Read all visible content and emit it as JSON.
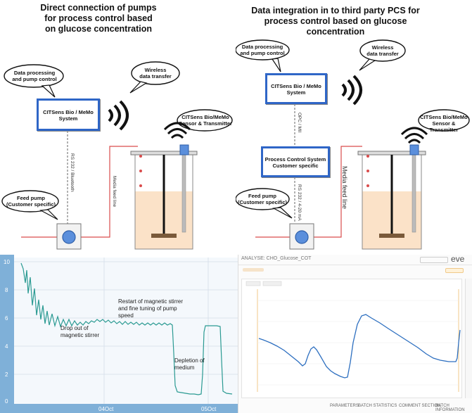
{
  "left_diagram": {
    "title_lines": [
      "Direct connection of pumps",
      "for process control based",
      "on glucose concentration"
    ],
    "bubble_data": [
      "Data processing",
      "and pump control"
    ],
    "bubble_wireless": [
      "Wireless",
      "data transfer"
    ],
    "system_box": [
      "CITSens Bio / MeMo",
      "System"
    ],
    "sensor_label": [
      "CITSens Bio/MeMo",
      "Sensor & Transmitter"
    ],
    "feed_pump": [
      "Feed pump",
      "(Customer specific)"
    ],
    "cable_label": "RS 232 / Bluetooth",
    "media_label": "Media feed line"
  },
  "right_diagram": {
    "title_lines": [
      "Data integration in to third party PCS for",
      "process control based on glucose",
      "concentration"
    ],
    "bubble_data": [
      "Data processing",
      "and pump control"
    ],
    "bubble_wireless": [
      "Wireless",
      "data transfer"
    ],
    "system_box": [
      "CITSens Bio / MeMo",
      "System"
    ],
    "pcs_box": [
      "Process Control System",
      "Customer specific"
    ],
    "sensor_label": [
      "CITSens Bio/MeMo",
      "Sensor & Transmitter"
    ],
    "feed_pump": [
      "Feed pump",
      "(Customer specific)"
    ],
    "cable_top": "OPC / MII",
    "cable_bottom": "RS 232 / 4-20 mA",
    "media_label": "Media feed line"
  },
  "left_chart": {
    "y_ticks": [
      "10",
      "8",
      "6",
      "4",
      "2",
      "0"
    ],
    "x_ticks": [
      "04Oct",
      "05Oct"
    ],
    "annotation_stirrer_drop": [
      "Drop out of",
      "magnetic stirrer"
    ],
    "annotation_restart": [
      "Restart of magnetic stirrer",
      "and fine tuning of pump",
      "speed"
    ],
    "annotation_depletion": [
      "Depletion of",
      "medium"
    ]
  },
  "right_chart": {
    "header_title": "ANALYSE: CHO_Glucose_COT",
    "brand": "eve",
    "footer_tabs": [
      "PARAMETERS",
      "BATCH STATISTICS",
      "COMMENT SECTION",
      "BATCH INFORMATION"
    ]
  },
  "colors": {
    "box_border": "#2f66c7",
    "feed_line": "#d94c4c",
    "tank_liquid": "#fbe2c8",
    "trace_left": "#2a9a92",
    "trace_right": "#2d6fc0",
    "left_chart_bg": "#dbe9f7"
  }
}
